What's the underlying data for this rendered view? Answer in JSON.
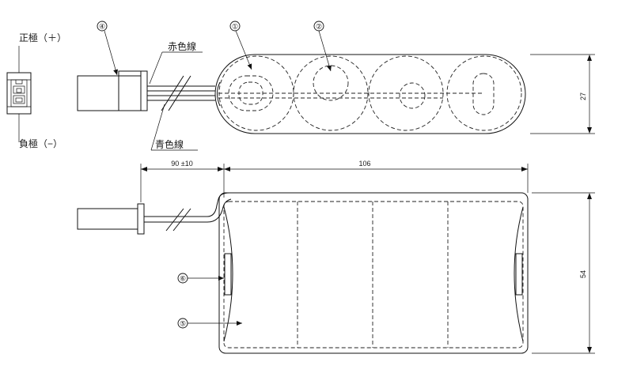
{
  "labels": {
    "positive": "正極（＋）",
    "negative": "負極（−）",
    "red_wire": "赤色線",
    "blue_wire": "青色線"
  },
  "callouts": [
    "①",
    "②",
    "④",
    "⑥",
    "⑤"
  ],
  "dimensions": {
    "lead_length": "90 ±10",
    "body_length": "106",
    "height_top": "27",
    "height_side": "54"
  }
}
